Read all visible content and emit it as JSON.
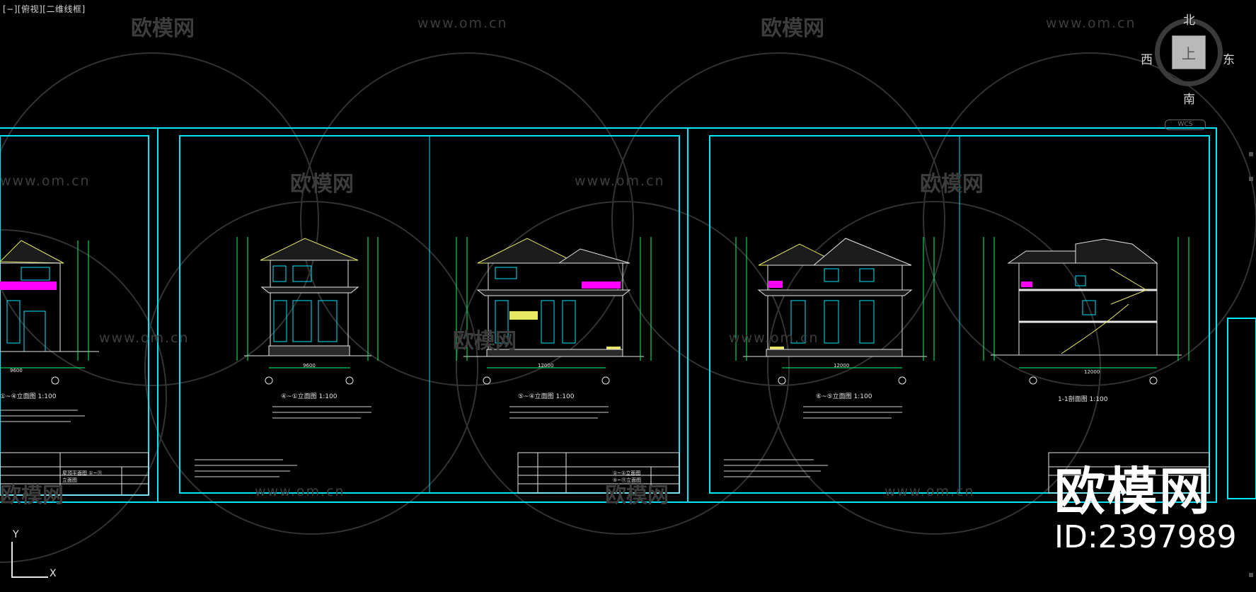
{
  "viewport": {
    "label": "[−][俯视][二维线框]"
  },
  "viewcube": {
    "north": "北",
    "south": "南",
    "east": "东",
    "west": "西",
    "top": "上",
    "wcs_label": "WCS"
  },
  "ucs": {
    "x": "X",
    "y": "Y"
  },
  "watermark": {
    "brand": "欧模网",
    "url": "www.om.cn"
  },
  "brand_overlay": {
    "name": "欧模网",
    "id": "ID:2397989"
  },
  "colors": {
    "background": "#000000",
    "frame": "#00e6ff",
    "drawing": "#e6e6e6",
    "roof": "#e8e865",
    "accent": "#ff00ff",
    "watermark": "#3d3d3d"
  },
  "sheets": [
    {
      "views": [
        {
          "title": "①~④立面图 1:100"
        }
      ],
      "title_block": "屋顶平面图 ①~⑪立面图"
    },
    {
      "views": [
        {
          "title": "④~①立面图 1:100"
        },
        {
          "title": "⑤~④立面图 1:100"
        }
      ],
      "title_block": "①~①立面图 ⑤~⑪立面图"
    },
    {
      "views": [
        {
          "title": "⑥~⑤立面图 1:100"
        },
        {
          "title": "1-1剖面图 1:100"
        }
      ]
    }
  ],
  "dimensions": {
    "sheet1": "9600",
    "sheet2a": "9600",
    "sheet2b": "12000",
    "sheet3a": "12000",
    "sheet3b": "12000"
  }
}
